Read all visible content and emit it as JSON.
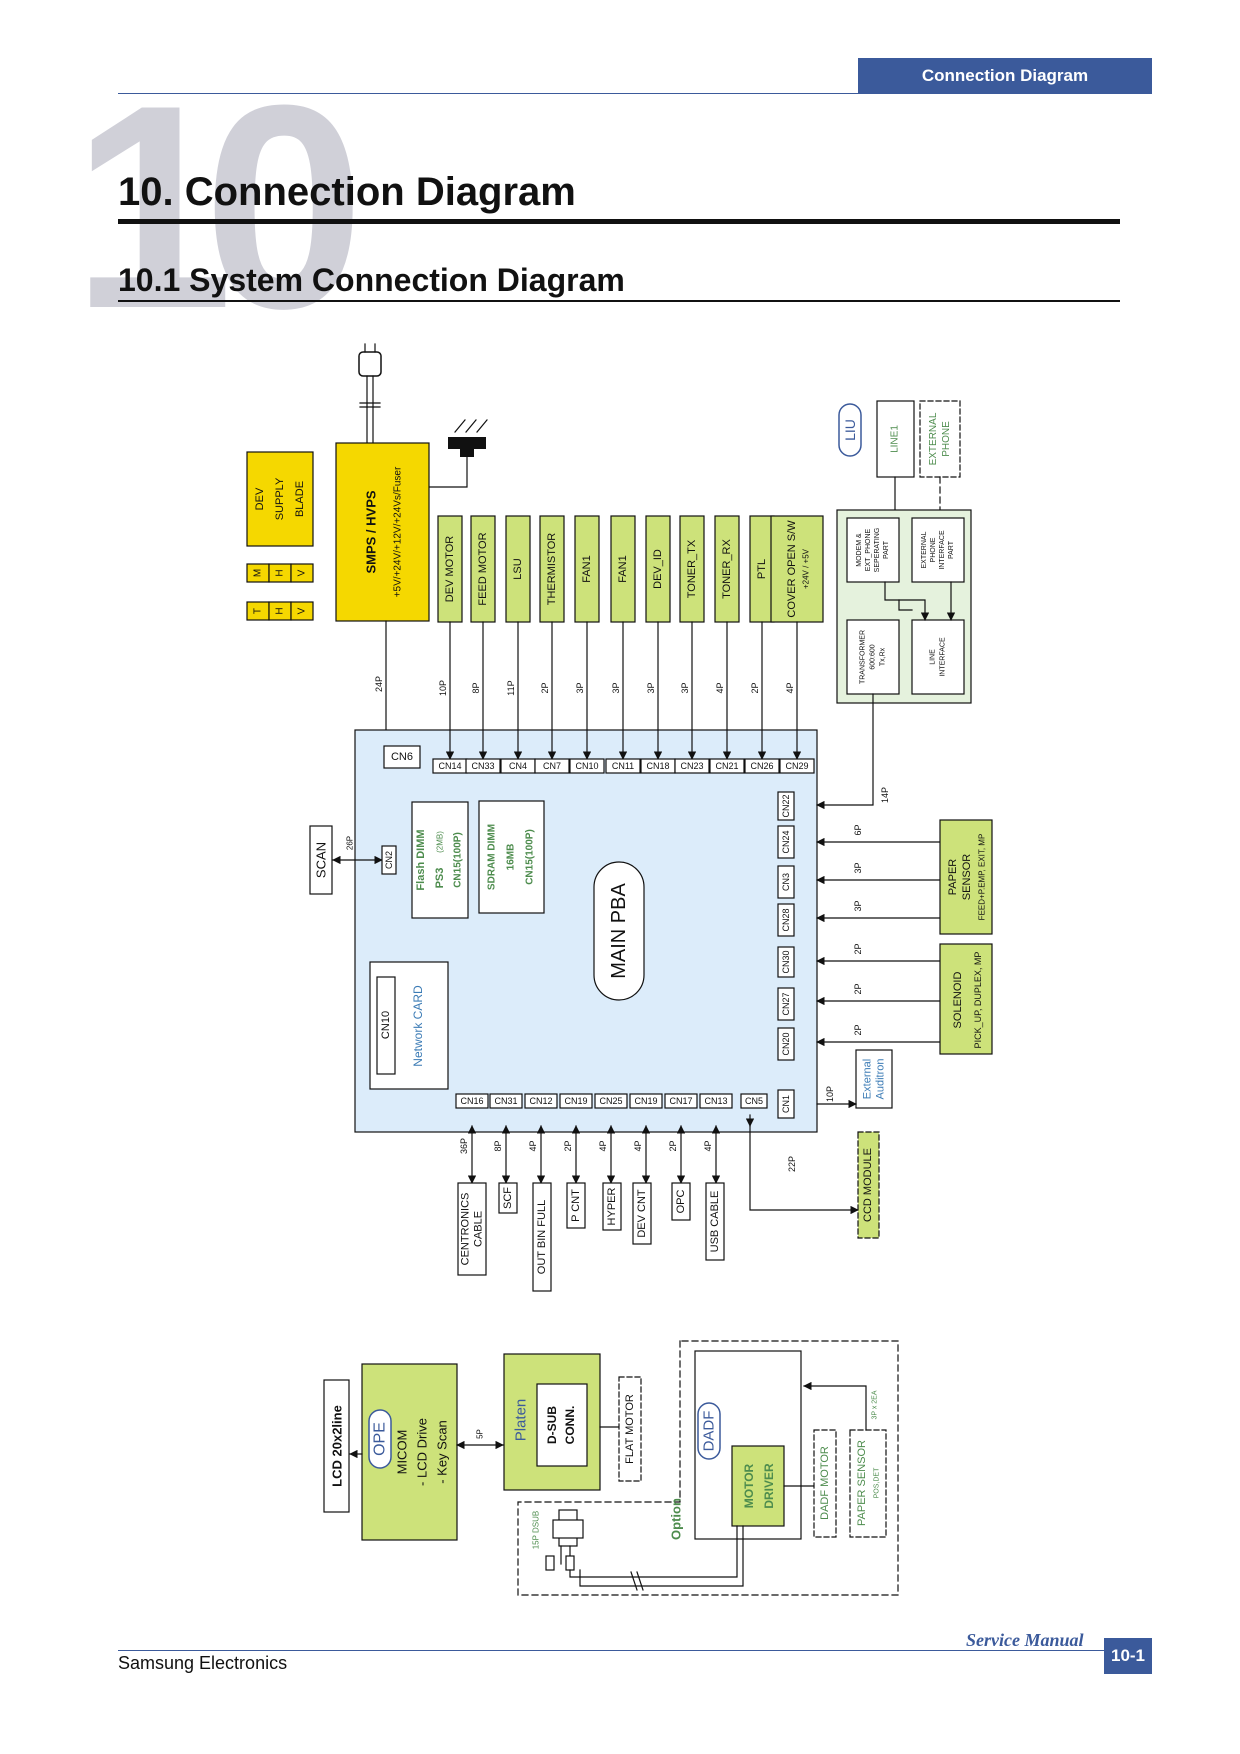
{
  "header": {
    "section_tab": "Connection Diagram",
    "chapter_number": "10"
  },
  "title": "10. Connection Diagram",
  "subtitle": "10.1 System Connection Diagram",
  "footer": {
    "company": "Samsung Electronics",
    "manual": "Service Manual",
    "page": "10-1"
  },
  "diagram": {
    "dev_supply_blade": [
      "DEV",
      "SUPPLY",
      "BLADE"
    ],
    "mhv": [
      "M",
      "H",
      "V"
    ],
    "thv": [
      "T",
      "H",
      "V"
    ],
    "smps_title": "SMPS / HVPS",
    "smps_voltages": "+5V/+24V/+12V/+24Vs/Fuser",
    "top_connectors": [
      {
        "label": "DEV MOTOR",
        "pins": "10P",
        "cn": "CN14"
      },
      {
        "label": "FEED MOTOR",
        "pins": "8P",
        "cn": "CN33"
      },
      {
        "label": "LSU",
        "pins": "11P",
        "cn": "CN4"
      },
      {
        "label": "THERMISTOR",
        "pins": "2P",
        "cn": "CN7"
      },
      {
        "label": "FAN1",
        "pins": "3P",
        "cn": "CN10"
      },
      {
        "label": "FAN1",
        "pins": "3P",
        "cn": "CN11"
      },
      {
        "label": "DEV_ID",
        "pins": "3P",
        "cn": "CN18"
      },
      {
        "label": "TONER_TX",
        "pins": "3P",
        "cn": "CN23"
      },
      {
        "label": "TONER_RX",
        "pins": "4P",
        "cn": "CN21"
      },
      {
        "label": "PTL",
        "pins": "2P",
        "cn": "CN26"
      },
      {
        "label": "COVER OPEN S/W",
        "sub": "+24V / +5V",
        "pins": "4P",
        "cn": "CN29"
      }
    ],
    "smps_pins": "24P",
    "cn6": "CN6",
    "liu": {
      "label": "LIU",
      "line1": "LINE1",
      "external_phone": [
        "EXTERNAL",
        "PHONE"
      ],
      "modem": [
        "MODEM &",
        "EXT_PHONE",
        "SEPERATING",
        "PART"
      ],
      "ext_phone_if": [
        "EXTERNAL",
        "PHONE",
        "INTERFACE",
        "PART"
      ],
      "transformer": [
        "TRANSFORMER",
        "600:600",
        "Tx,Rx"
      ],
      "line_interface": [
        "LINE",
        "INTERFACE"
      ],
      "pins": "14P"
    },
    "main_pba": "MAIN PBA",
    "flash_dimm": [
      "Flash DIMM",
      "PS3",
      "(2MB)",
      "CN15(100P)"
    ],
    "sdram_dimm": [
      "SDRAM DIMM",
      "16MB",
      "CN15(100P)"
    ],
    "network_card": "Network CARD",
    "cn10": "CN10",
    "scan": {
      "label": "SCAN",
      "pins": "26P",
      "cn": "CN2"
    },
    "right_connectors": [
      {
        "cn": "CN22",
        "pins": "14P"
      },
      {
        "cn": "CN24",
        "pins": "6P"
      },
      {
        "cn": "CN3",
        "pins": "3P"
      },
      {
        "cn": "CN28",
        "pins": "3P"
      },
      {
        "cn": "CN30",
        "pins": "2P"
      },
      {
        "cn": "CN27",
        "pins": "2P"
      },
      {
        "cn": "CN20",
        "pins": "2P"
      },
      {
        "cn": "CN1",
        "pins": "10P"
      }
    ],
    "paper_sensor": [
      "PAPER",
      "SENSOR",
      "FEED+P.EMP, EXIT, MP"
    ],
    "solenoid": [
      "SOLENOID",
      "PICK_UP, DUPLEX, MP"
    ],
    "external_auditron": [
      "External",
      "Auditron"
    ],
    "bottom_connectors": [
      {
        "cn": "CN16",
        "pins": "36P",
        "label": [
          "CENTRONICS",
          "CABLE"
        ]
      },
      {
        "cn": "CN31",
        "pins": "8P",
        "label": [
          "SCF"
        ]
      },
      {
        "cn": "CN12",
        "pins": "4P",
        "label": [
          "OUT BIN FULL"
        ]
      },
      {
        "cn": "CN19",
        "pins": "2P",
        "label": [
          "P CNT"
        ]
      },
      {
        "cn": "CN25",
        "pins": "4P",
        "label": [
          "HYPER"
        ]
      },
      {
        "cn": "CN19",
        "pins": "4P",
        "label": [
          "DEV CNT"
        ]
      },
      {
        "cn": "CN17",
        "pins": "2P",
        "label": [
          "OPC"
        ]
      },
      {
        "cn": "CN13",
        "pins": "4P",
        "label": [
          "USB CABLE"
        ]
      }
    ],
    "cn5": {
      "cn": "CN5",
      "pins": "22P",
      "label": "CCD MODULE"
    },
    "lcd": "LCD 20x2line",
    "ope": {
      "label": "OPE",
      "lines": [
        "MICOM",
        "- LCD Drive",
        "- Key Scan"
      ]
    },
    "ope_pins": "5P",
    "platen": {
      "label": "Platen",
      "conn": [
        "D-SUB",
        "CONN."
      ]
    },
    "flat_motor": "FLAT MOTOR",
    "dadf": {
      "label": "DADF",
      "driver": [
        "MOTOR",
        "DRIVER"
      ],
      "motor": "DADF MOTOR",
      "sensor": [
        "PAPER SENSOR",
        "POS,DET"
      ],
      "sensor_pins": "3P x 2EA"
    },
    "dsub": "15P DSUB",
    "option": "Option"
  }
}
